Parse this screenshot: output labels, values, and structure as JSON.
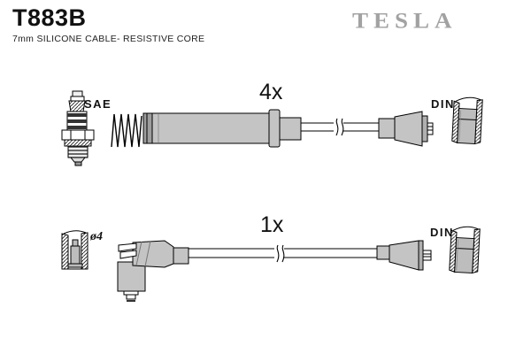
{
  "header": {
    "part_number": "T883B",
    "subtitle": "7mm SILICONE CABLE- RESISTIVE CORE",
    "brand_logo": "TESLA"
  },
  "top_assembly": {
    "quantity": "4x",
    "left_end_label": "SAE",
    "right_end_label": "DIN"
  },
  "bottom_assembly": {
    "quantity": "1x",
    "left_end_label": "ø4",
    "right_end_label": "DIN"
  },
  "colors": {
    "brand_gray": "#a2a2a2",
    "part_fill": "#c4c4c4",
    "outline": "#000000",
    "background": "#ffffff"
  }
}
